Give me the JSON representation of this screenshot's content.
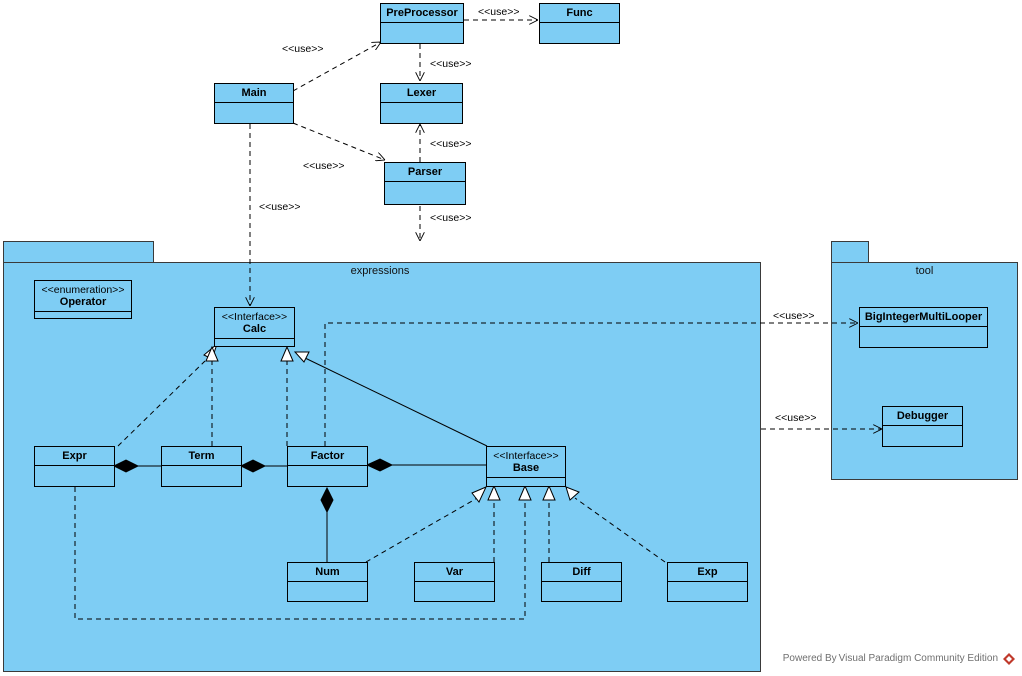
{
  "packages": {
    "expressions": {
      "name": "expressions"
    },
    "tool": {
      "name": "tool"
    }
  },
  "classes": {
    "preprocessor": {
      "name": "PreProcessor"
    },
    "func": {
      "name": "Func"
    },
    "main": {
      "name": "Main"
    },
    "lexer": {
      "name": "Lexer"
    },
    "parser": {
      "name": "Parser"
    },
    "operator": {
      "name": "Operator",
      "stereotype": "<<enumeration>>"
    },
    "calc": {
      "name": "Calc",
      "stereotype": "<<Interface>>"
    },
    "expr": {
      "name": "Expr"
    },
    "term": {
      "name": "Term"
    },
    "factor": {
      "name": "Factor"
    },
    "base": {
      "name": "Base",
      "stereotype": "<<Interface>>"
    },
    "num": {
      "name": "Num"
    },
    "var": {
      "name": "Var"
    },
    "diff": {
      "name": "Diff"
    },
    "exp": {
      "name": "Exp"
    },
    "looper": {
      "name": "BigIntegerMultiLooper"
    },
    "debugger": {
      "name": "Debugger"
    }
  },
  "labels": {
    "use": "<<use>>"
  },
  "footer": {
    "text": "Powered By Visual Paradigm Community Edition"
  },
  "colors": {
    "fill": "#7ecdf4",
    "stroke": "#000000",
    "logo": "#c0392b"
  }
}
